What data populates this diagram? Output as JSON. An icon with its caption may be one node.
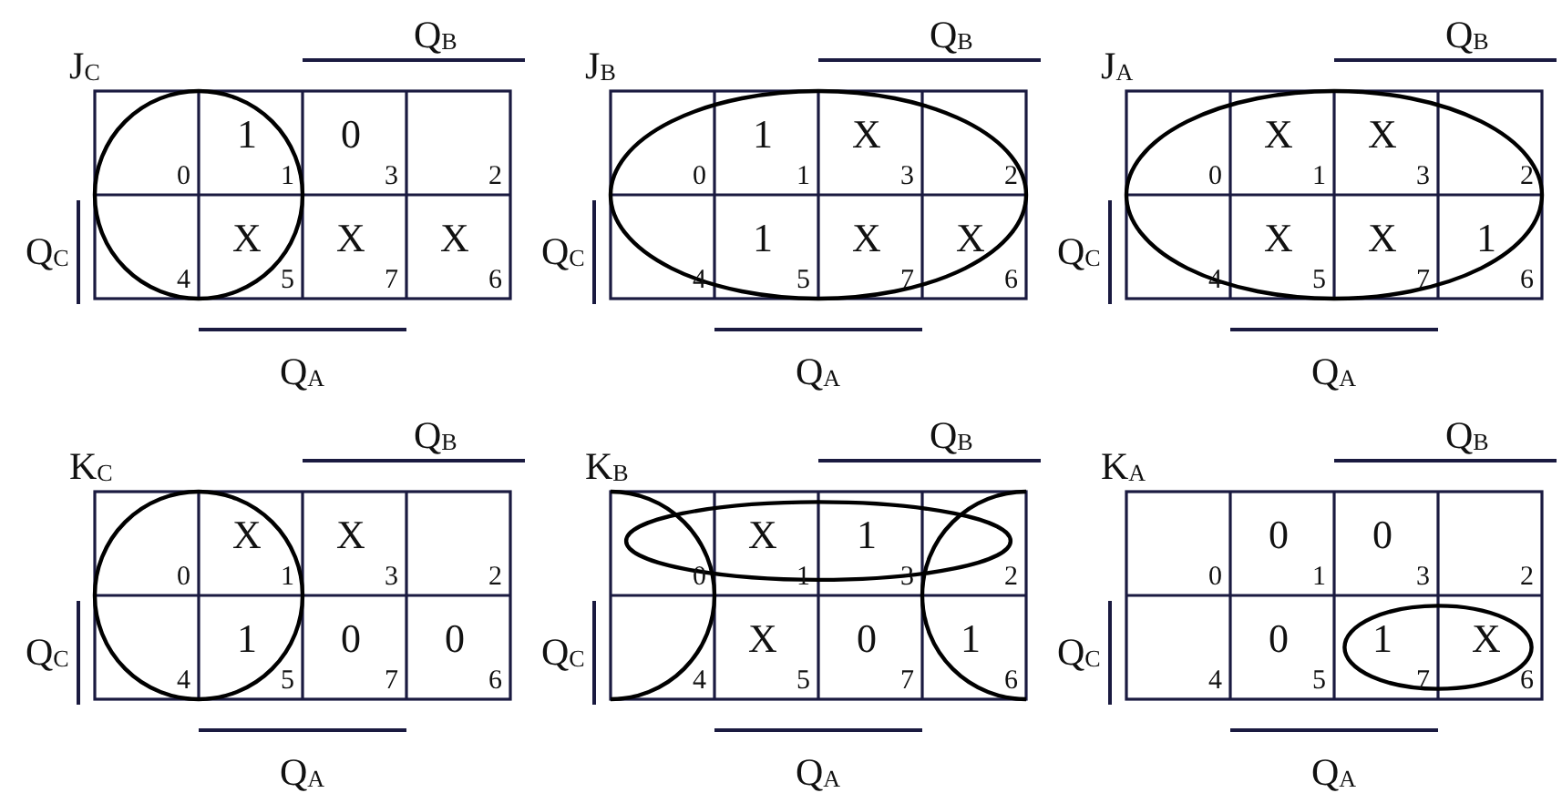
{
  "diagram": {
    "labels": [
      "J$_{C}$",
      "Q$_{B}$",
      "0",
      "1",
      "1",
      "0",
      "3",
      "2",
      "4",
      "X",
      "5",
      "X",
      "7",
      "X",
      "6",
      "Q$_{C}$",
      "Q$_{A}$",
      "J$_{B}$",
      "Q$_{B}$",
      "0",
      "1",
      "1",
      "X",
      "3",
      "2",
      "4",
      "1",
      "5",
      "X",
      "7",
      "X",
      "6",
      "Q$_{C}$",
      "Q$_{A}$",
      "J$_{A}$",
      "Q$_{B}$",
      "0",
      "X",
      "1",
      "X",
      "3",
      "2",
      "4",
      "X",
      "5",
      "X",
      "7",
      "1",
      "6",
      "Q$_{C}$",
      "Q$_{A}$",
      "K$_{C}$",
      "Q$_{B}$",
      "0",
      "X",
      "1",
      "X",
      "3",
      "2",
      "4",
      "1",
      "5",
      "0",
      "7",
      "0",
      "6",
      "Q$_{C}$",
      "Q$_{A}$",
      "K$_{B}$",
      "Q$_{B}$",
      "0",
      "X",
      "1",
      "1",
      "3",
      "2",
      "4",
      "X",
      "5",
      "0",
      "7",
      "1",
      "6",
      "Q$_{C}$",
      "Q$_{A}$",
      "K$_{A}$",
      "Q$_{B}$",
      "0",
      "0",
      "1",
      "0",
      "3",
      "2",
      "4",
      "0",
      "5",
      "1",
      "7",
      "X",
      "6",
      "Q$_{C}$",
      "Q$_{A}$"
    ]
  }
}
